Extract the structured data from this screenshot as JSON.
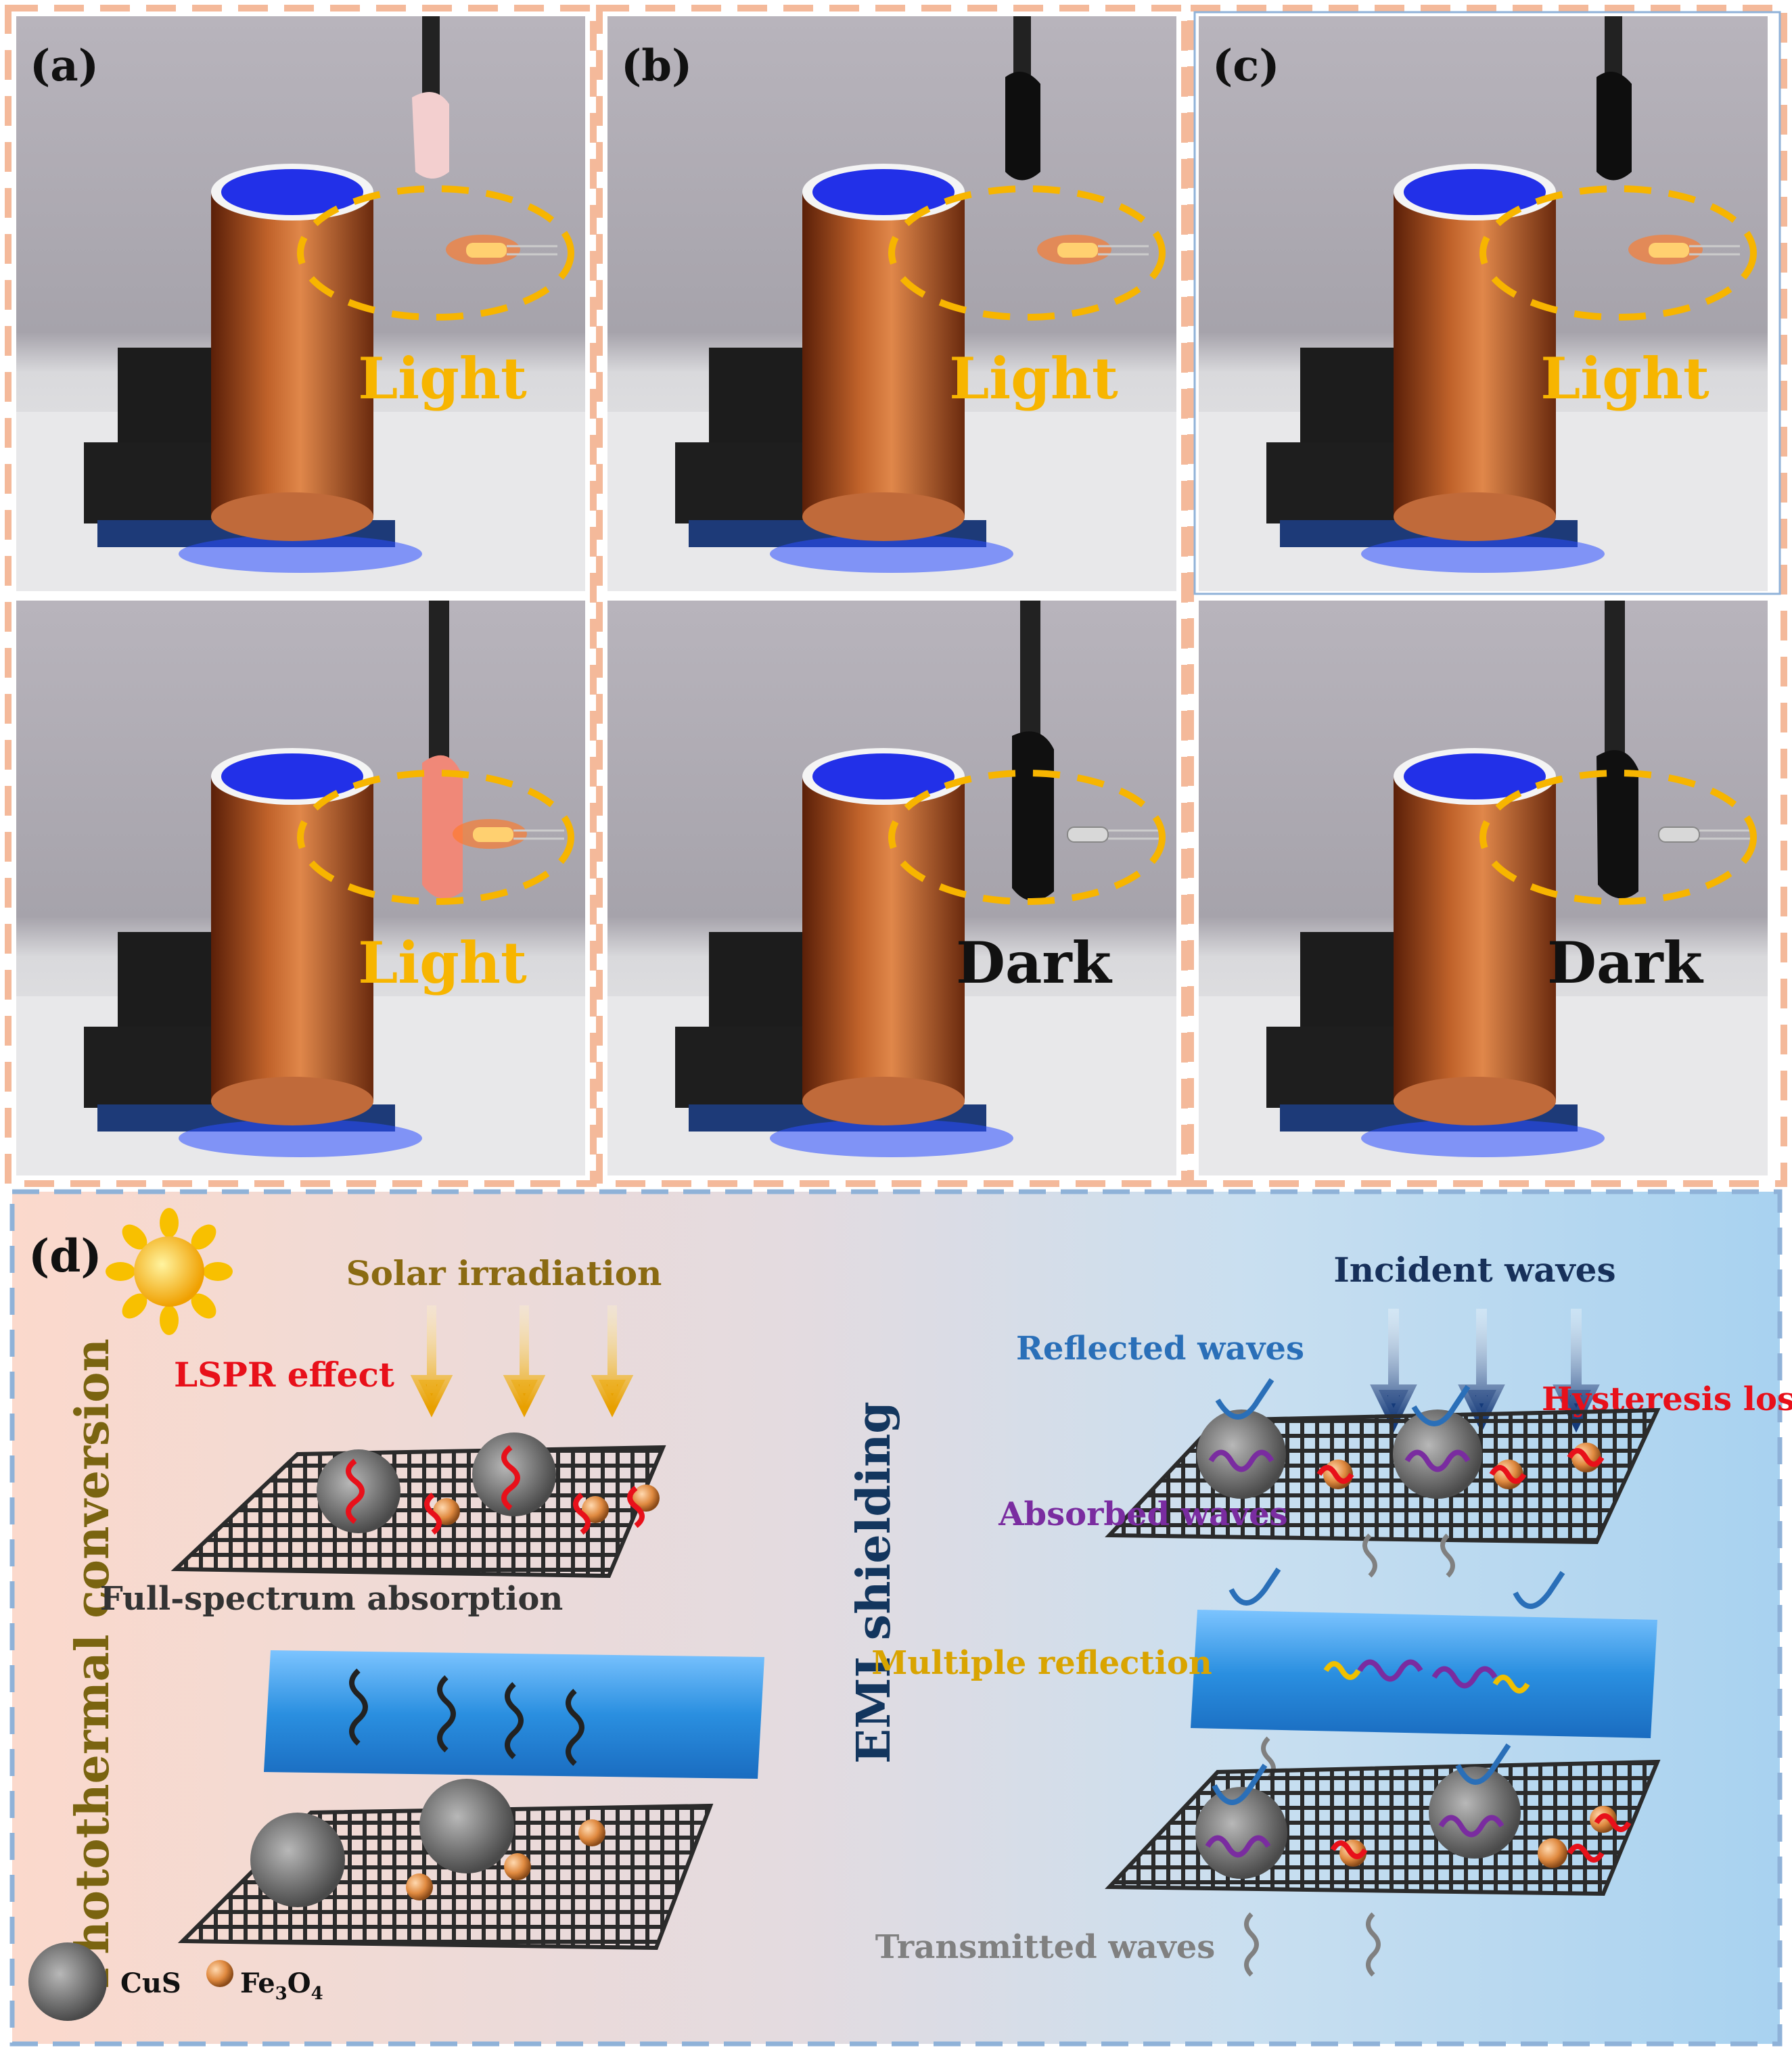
{
  "panels": [
    {
      "letter": "(a)",
      "top_state": "Light",
      "bottom_state": "Light",
      "sample": "pink-film"
    },
    {
      "letter": "(b)",
      "top_state": "Light",
      "bottom_state": "Dark",
      "sample": "black-film"
    },
    {
      "letter": "(c)",
      "top_state": "Light",
      "bottom_state": "Dark",
      "sample": "black-film"
    }
  ],
  "diagram": {
    "letter": "(d)",
    "left_title": "Photothermal conversion",
    "right_title": "EMI shielding",
    "solar_label": "Solar irradiation",
    "lspr_label": "LSPR effect",
    "full_spectrum_label": "Full-spectrum absorption",
    "incident_label": "Incident waves",
    "reflected_label": "Reflected waves",
    "hysteresis_label": "Hysteresis loss",
    "absorbed_label": "Absorbed waves",
    "multiple_reflection_label": "Multiple reflection",
    "transmitted_label": "Transmitted waves",
    "legend_cus": "CuS",
    "legend_fe_main": "Fe",
    "legend_fe_sub1": "3",
    "legend_fe_mid": "O",
    "legend_fe_sub2": "4"
  },
  "colors": {
    "light_text": "#f7b500",
    "dark_text": "#111111",
    "panel_border_orange": "#f4b99a",
    "panel_border_blue": "#8fb2d8",
    "lspr_red": "#e8101a",
    "solar_brown": "#8a6a12",
    "left_title_olive": "#7a6410",
    "right_title_navy": "#13365e",
    "incident_navy": "#17305a",
    "reflected_blue": "#2a6fb8",
    "absorbed_purple": "#7a2ca0",
    "multiple_orange": "#d9a400",
    "transmitted_gray": "#808080",
    "foam_blue": "#2a8fe0",
    "mesh_dark": "#2b2b2b"
  }
}
